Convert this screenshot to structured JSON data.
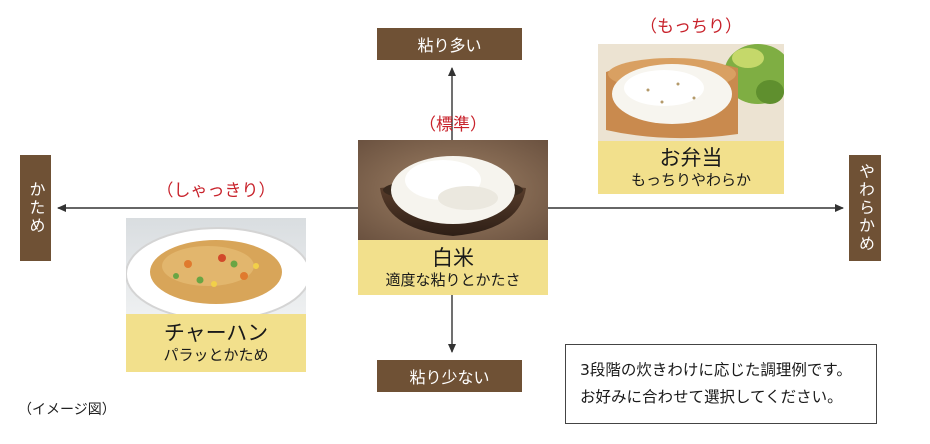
{
  "axes": {
    "top": "粘り多い",
    "bottom": "粘り少ない",
    "left": "かため",
    "right": "やわらかめ"
  },
  "items": {
    "standard": {
      "tag": "（標準）",
      "title": "白米",
      "subtitle": "適度な粘りとかたさ"
    },
    "crisp": {
      "tag": "（しゃっきり）",
      "title": "チャーハン",
      "subtitle": "パラッとかため"
    },
    "chewy": {
      "tag": "（もっちり）",
      "title": "お弁当",
      "subtitle": "もっちりやわらか"
    }
  },
  "note": {
    "line1": "3段階の炊きわけに応じた調理例です。",
    "line2": "お好みに合わせて選択してください。"
  },
  "image_note": "（イメージ図）",
  "colors": {
    "axis_label_bg": "#6f5135",
    "caption_bg": "#f2e08c",
    "tag_text": "#c8222b",
    "arrow": "#333333"
  }
}
